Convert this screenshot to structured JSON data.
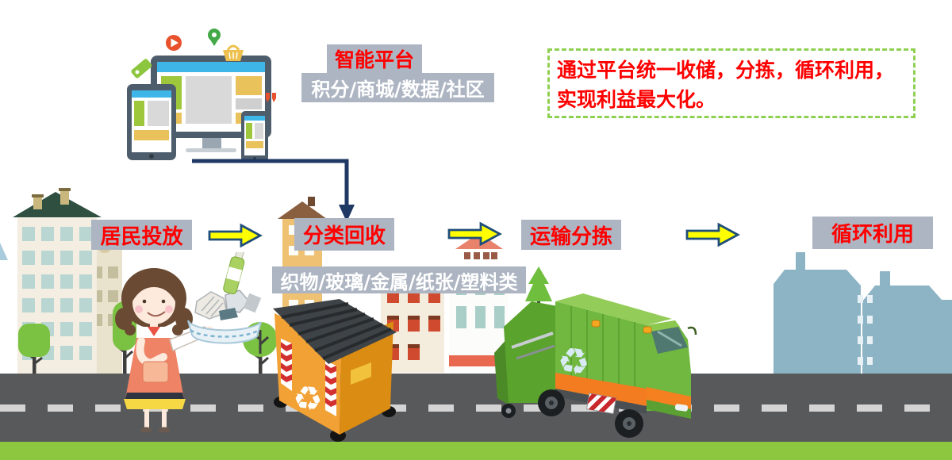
{
  "platform": {
    "title": "智能平台",
    "subtitle": "积分/商城/数据/社区"
  },
  "callout": {
    "line1": "通过平台统一收储，分拣，循环利用，",
    "line2": "实现利益最大化。"
  },
  "flow": {
    "steps": [
      {
        "label": "居民投放"
      },
      {
        "label": "分类回收"
      },
      {
        "label": "运输分拣"
      },
      {
        "label": "循环利用"
      }
    ],
    "categories": "织物/玻璃/金属/纸张/塑料类"
  },
  "glyphs": {
    "recycle": "♻"
  },
  "icons": {
    "devices_illustration": [
      "play-icon",
      "location-pin-icon",
      "shopping-basket-icon",
      "price-tag-icon",
      "quote-icon"
    ],
    "dumpster": "recycle-icon",
    "truck": "recycle-icon"
  },
  "colors": {
    "label_background": "#adb5c2",
    "step_text": "#fe0000",
    "category_text": "#ffffff",
    "arrow_fill": "#ffff00",
    "arrow_outline": "#1f4e79",
    "connector": "#1f3864",
    "callout_border": "#8ed051",
    "callout_text": "#fe0000",
    "road": "#58595b",
    "grass": "#8dc63f",
    "skyline": "#8db4c5",
    "dumpster_orange": "#f2a135",
    "truck_green": "#70b840"
  }
}
